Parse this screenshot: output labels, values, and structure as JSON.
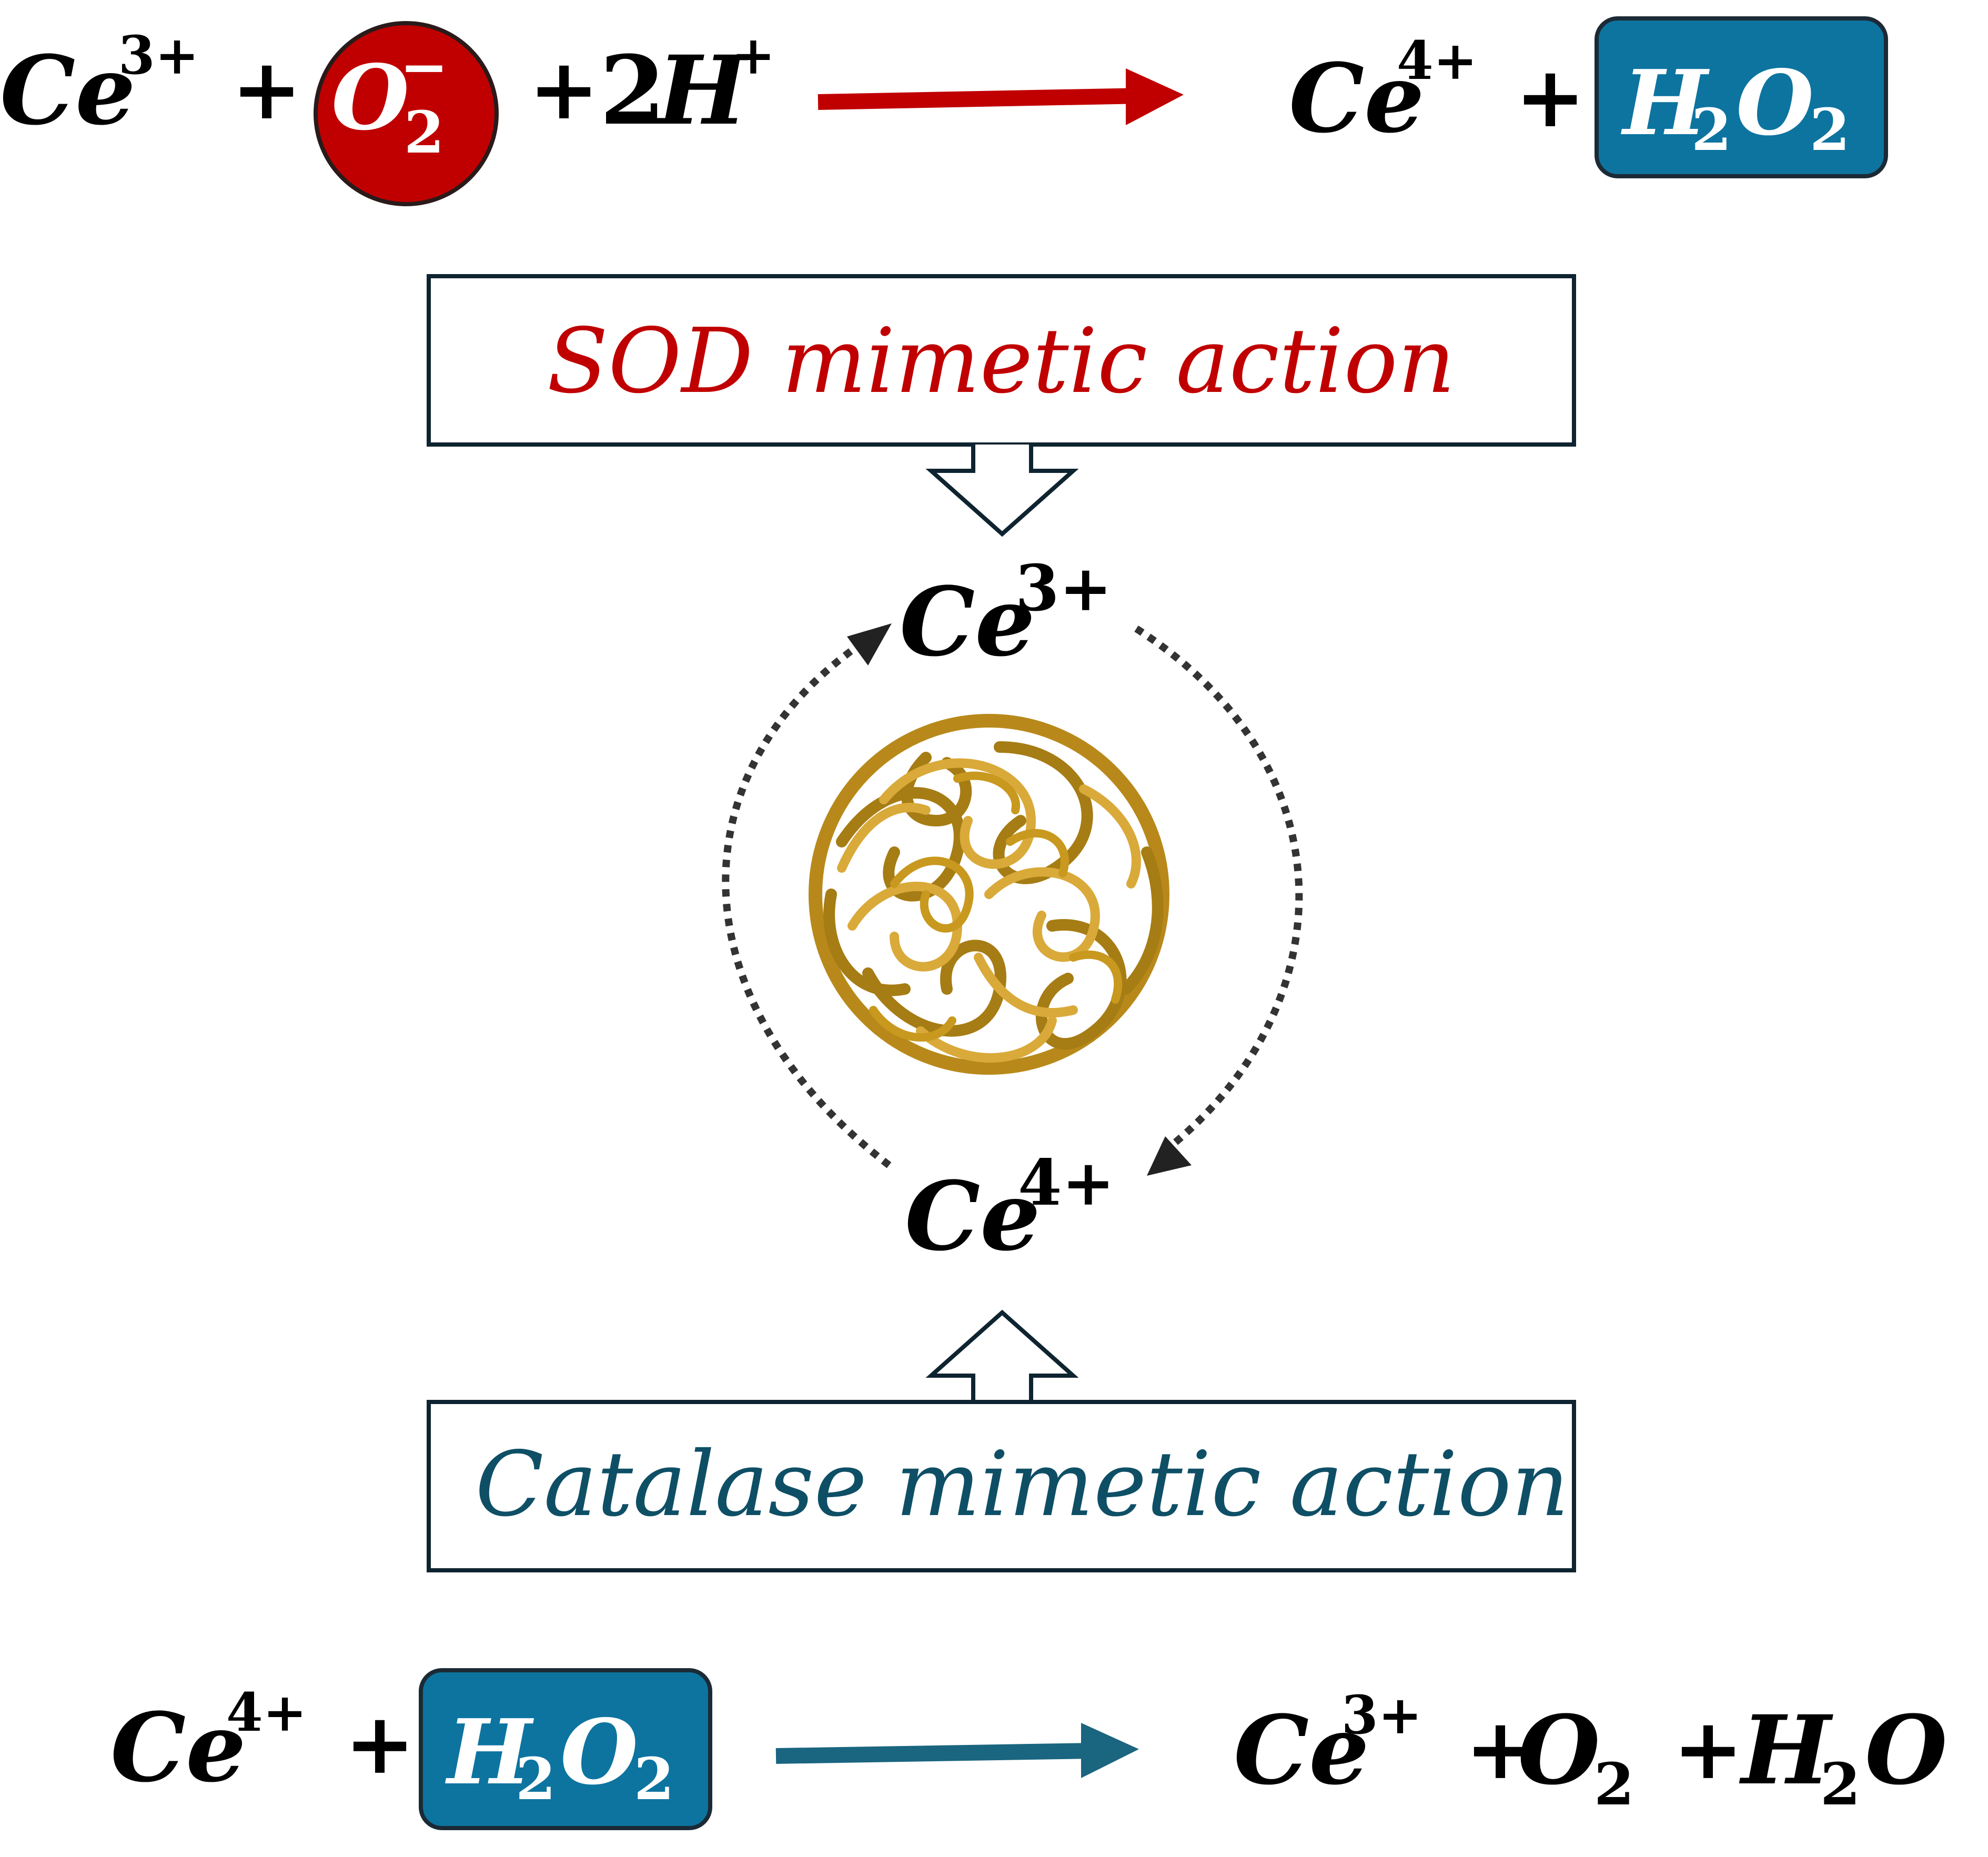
{
  "colors": {
    "sod_red": "#c00000",
    "catalase_teal": "#0d74a0",
    "catalase_label": "#0e4f66",
    "box_outline": "#0e2430",
    "circle_outline": "#2a1a1a",
    "particle_gold": "#c8991e",
    "particle_dark": "#9e7410",
    "dotted_arrow": "#333333"
  },
  "sod_reaction": {
    "ce3": "Ce",
    "ce3_charge": "3+",
    "plus_1": "+",
    "o2": "O",
    "o2_sub": "2",
    "o2_charge": "−",
    "plus_2": "+",
    "coef_h": "2",
    "h": "H",
    "h_charge": "+",
    "ce4": "Ce",
    "ce4_charge": "4+",
    "plus_3": "+",
    "h2o2_h": "H",
    "h2o2_sub1": "2",
    "h2o2_o": "O",
    "h2o2_sub2": "2"
  },
  "sod_label": "SOD mimetic action",
  "cycle": {
    "top": "Ce",
    "top_charge": "3+",
    "bottom": "Ce",
    "bottom_charge": "4+"
  },
  "catalase_label": "Catalase mimetic action",
  "catalase_reaction": {
    "ce4": "Ce",
    "ce4_charge": "4+",
    "plus_1": "+",
    "h2o2_h": "H",
    "h2o2_sub1": "2",
    "h2o2_o": "O",
    "h2o2_sub2": "2",
    "ce3": "Ce",
    "ce3_charge": "3+",
    "plus_2": "+",
    "o2": "O",
    "o2_sub": "2",
    "plus_3": "+",
    "h2o_h": "H",
    "h2o_sub": "2",
    "h2o_o": "O"
  }
}
